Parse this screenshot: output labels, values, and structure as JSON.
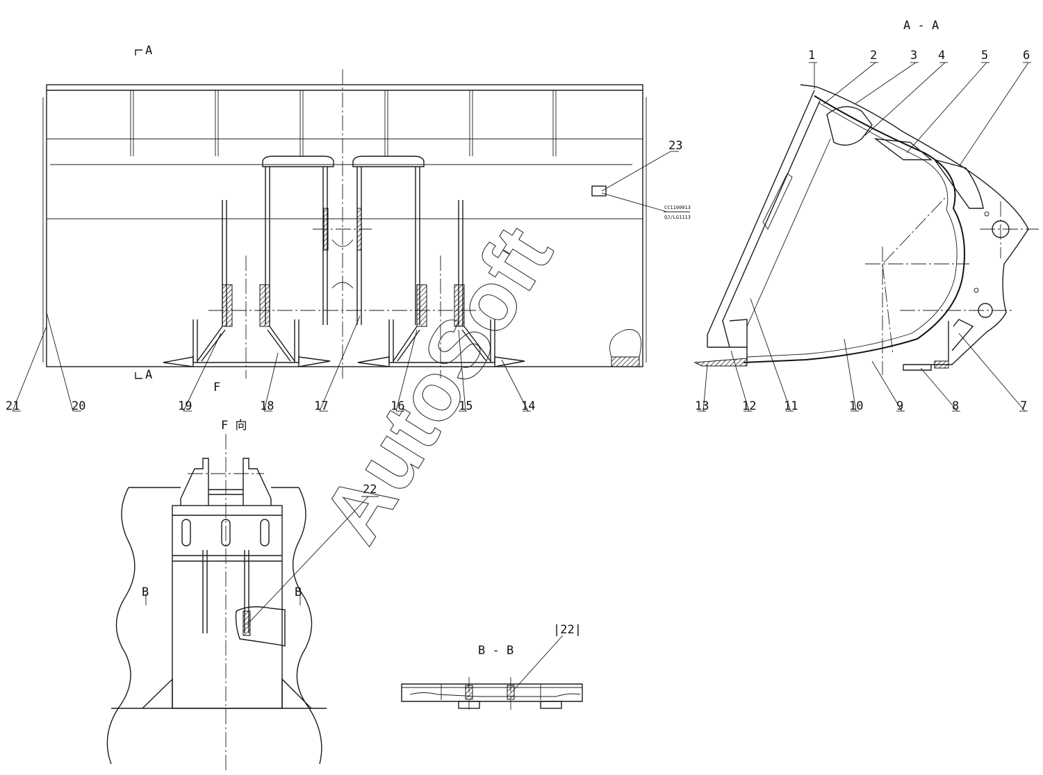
{
  "views": {
    "front_section_top": "A",
    "front_section_bottom": "A",
    "section_aa_title": "A - A",
    "view_f_arrow": "F",
    "view_f_title": "F 向",
    "view_f_left_mark": "B",
    "view_f_right_mark": "B",
    "section_bb_title": "B - B"
  },
  "plate": {
    "line1": "CC1100013",
    "line2": "QJ/LG1113"
  },
  "watermark": "AutoSoft",
  "callouts": {
    "front": [
      "21",
      "20",
      "19",
      "18",
      "17",
      "16",
      "15",
      "14",
      "23"
    ],
    "section_aa": [
      "1",
      "2",
      "3",
      "4",
      "5",
      "6",
      "7",
      "8",
      "9",
      "10",
      "11",
      "12",
      "13"
    ],
    "view_f": [
      "22"
    ],
    "section_bb": "|22|"
  }
}
